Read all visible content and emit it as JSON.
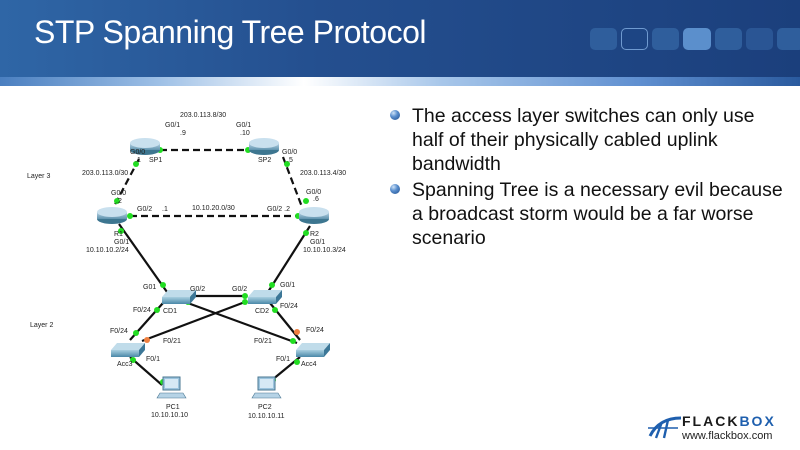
{
  "slide": {
    "title": "STP Spanning Tree Protocol",
    "nav_tiles": 7,
    "active_tile": 4
  },
  "bullets": [
    "The access layer switches can only use half of their physically cabled uplink bandwidth",
    "Spanning Tree is a necessary evil because a broadcast storm would be a far worse scenario"
  ],
  "diagram": {
    "layer_labels": [
      "Layer 3",
      "Layer 2"
    ],
    "subnets": {
      "sp1_sp2": "203.0.113.8/30",
      "sp1_r1": "203.0.113.0/30",
      "sp2_r2": "203.0.113.4/30",
      "r1_r2": "10.10.20.0/30"
    },
    "devices": {
      "sp1": {
        "name": "SP1"
      },
      "sp2": {
        "name": "SP2"
      },
      "r1": {
        "name": "R1",
        "ip": "10.10.10.2/24"
      },
      "r2": {
        "name": "R2",
        "ip": "10.10.10.3/24"
      },
      "cd1": {
        "name": "CD1"
      },
      "cd2": {
        "name": "CD2"
      },
      "acc3": {
        "name": "Acc3"
      },
      "acc4": {
        "name": "Acc4"
      },
      "pc1": {
        "name": "PC1",
        "ip": "10.10.10.10"
      },
      "pc2": {
        "name": "PC2",
        "ip": "10.10.10.11"
      }
    },
    "ports": {
      "sp1_g01": "G0/1",
      "sp1_g01_ip": ".9",
      "sp2_g01": "G0/1",
      "sp2_g01_ip": ".10",
      "sp1_g00": "G0/0",
      "sp1_g00_ip": ".1",
      "sp2_g00": "G0/0",
      "sp2_g00_ip": ".5",
      "r1_g00": "G0/0",
      "r1_g00_ip": ".2",
      "r1_g02": "G0/2",
      "r1_g02_ip": ".1",
      "r2_g00": "G0/0",
      "r2_g00_ip": ".6",
      "r2_g02": "G0/2 .2",
      "r1_g01": "G0/1",
      "r2_g01": "G0/1",
      "cd1_g01": "G01",
      "cd1_g02": "G0/2",
      "cd2_g02": "G0/2",
      "cd2_g01": "G0/1",
      "cd1_f024": "F0/24",
      "cd2_f024": "F0/24",
      "acc3_f024": "F0/24",
      "acc3_f021": "F0/21",
      "acc4_f021": "F0/21",
      "acc4_f024": "F0/24",
      "acc3_f01": "F0/1",
      "acc4_f01": "F0/1"
    }
  },
  "logo": {
    "brand_a": "FLACK",
    "brand_b": "BOX",
    "url": "www.flackbox.com"
  },
  "colors": {
    "header": "#244f8f",
    "link_up": "#22dd22",
    "link_blocked": "#f08040",
    "brand_blue": "#1e5fae"
  }
}
